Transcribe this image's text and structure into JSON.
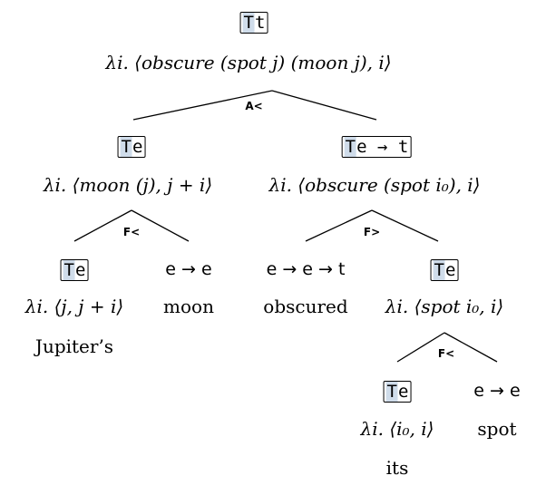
{
  "root": {
    "type_T": "T",
    "type_rest": "t",
    "term": "λi. ⟨obscure (spot j) (moon j), i⟩"
  },
  "rule_root": "A<",
  "left": {
    "type_T": "T",
    "type_rest": "e",
    "term": "λi. ⟨moon (j), j + i⟩"
  },
  "right": {
    "type_T": "T",
    "type_rest": "e → t",
    "term": "λi. ⟨obscure (spot i₀), i⟩"
  },
  "rule_left": "F<",
  "rule_right": "F>",
  "jupiters": {
    "type_T": "T",
    "type_rest": "e",
    "term": "λi. ⟨j, j + i⟩",
    "word": "Jupiter’s"
  },
  "moon": {
    "type": "e → e",
    "word": "moon"
  },
  "obscured": {
    "type": "e → e → t",
    "word": "obscured"
  },
  "its_spot": {
    "type_T": "T",
    "type_rest": "e",
    "term": "λi. ⟨spot i₀, i⟩"
  },
  "rule_spot": "F<",
  "its": {
    "type_T": "T",
    "type_rest": "e",
    "term": "λi. ⟨i₀, i⟩",
    "word": "its"
  },
  "spot": {
    "type": "e → e",
    "word": "spot"
  }
}
